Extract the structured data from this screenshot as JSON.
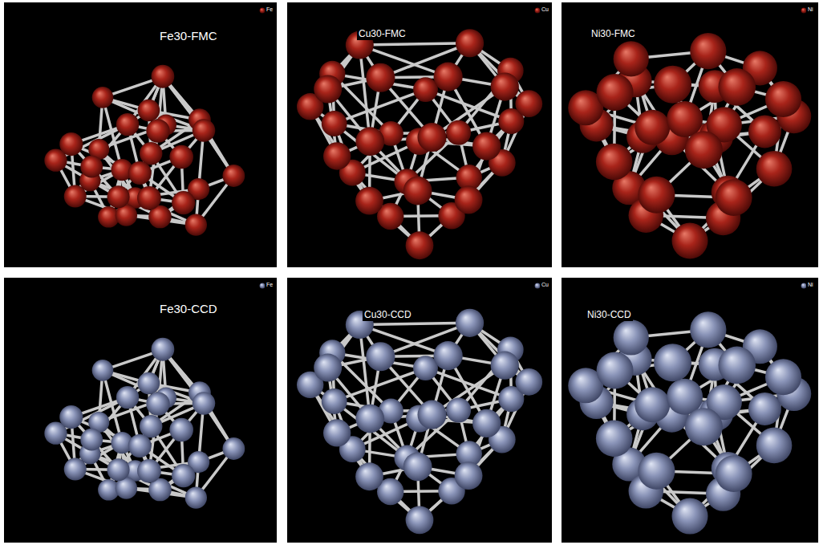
{
  "diagram": {
    "labels": [
      "Fe30-FMC",
      "Fe",
      "Cu30-FMC",
      "Cu",
      "Ni30-FMC",
      "Ni",
      "Fe30-CCD",
      "Fe",
      "Cu30-CCD",
      "Cu",
      "Ni30-CCD",
      "Ni"
    ]
  }
}
